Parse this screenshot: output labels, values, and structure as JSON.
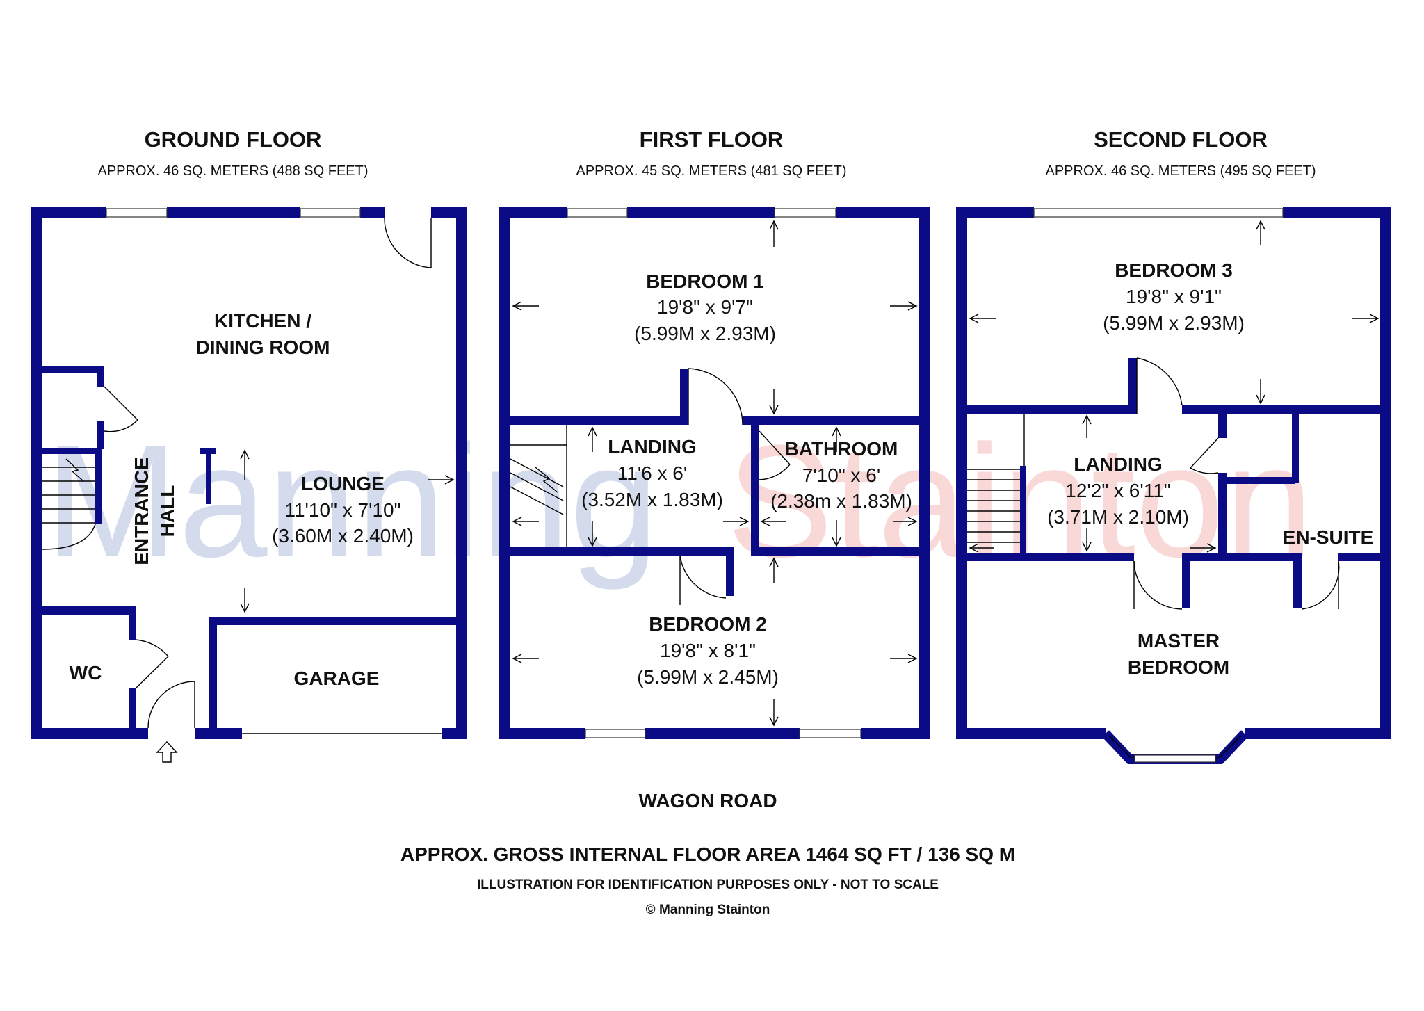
{
  "floors": [
    {
      "name": "GROUND FLOOR",
      "area": "APPROX. 46 SQ. METERS (488 SQ FEET)"
    },
    {
      "name": "FIRST FLOOR",
      "area": "APPROX. 45 SQ. METERS (481 SQ FEET)"
    },
    {
      "name": "SECOND FLOOR",
      "area": "APPROX. 46 SQ. METERS (495 SQ FEET)"
    }
  ],
  "ground": {
    "kitchen_line1": "KITCHEN /",
    "kitchen_line2": "DINING ROOM",
    "entrance_line1": "ENTRANCE",
    "entrance_line2": "HALL",
    "lounge": {
      "name": "LOUNGE",
      "imperial": "11'10\" x 7'10\"",
      "metric": "(3.60M x 2.40M)"
    },
    "wc": "WC",
    "garage": "GARAGE"
  },
  "first": {
    "bedroom1": {
      "name": "BEDROOM 1",
      "imperial": "19'8\" x 9'7\"",
      "metric": "(5.99M x 2.93M)"
    },
    "landing": {
      "name": "LANDING",
      "imperial": "11'6 x 6'",
      "metric": "(3.52M x 1.83M)"
    },
    "bathroom": {
      "name": "BATHROOM",
      "imperial": "7'10\" x 6'",
      "metric": "(2.38m x 1.83M)"
    },
    "bedroom2": {
      "name": "BEDROOM 2",
      "imperial": "19'8\" x 8'1\"",
      "metric": "(5.99M x 2.45M)"
    }
  },
  "second": {
    "bedroom3": {
      "name": "BEDROOM 3",
      "imperial": "19'8\" x 9'1\"",
      "metric": "(5.99M x 2.93M)"
    },
    "landing": {
      "name": "LANDING",
      "imperial": "12'2\" x 6'11\"",
      "metric": "(3.71M x 2.10M)"
    },
    "ensuite": "EN-SUITE",
    "master_line1": "MASTER",
    "master_line2": "BEDROOM"
  },
  "watermark": {
    "part1": "Manning",
    "part2": "Stainton"
  },
  "footer": {
    "road": "WAGON ROAD",
    "gross": "APPROX. GROSS INTERNAL FLOOR AREA 1464 SQ FT / 136 SQ M",
    "disclaimer": "ILLUSTRATION FOR IDENTIFICATION PURPOSES ONLY - NOT TO SCALE",
    "copyright": "© Manning Stainton"
  },
  "colors": {
    "wall": "#0b0b85",
    "watermark_blue": "#9fb0d6",
    "watermark_red": "#f2a9a9"
  }
}
